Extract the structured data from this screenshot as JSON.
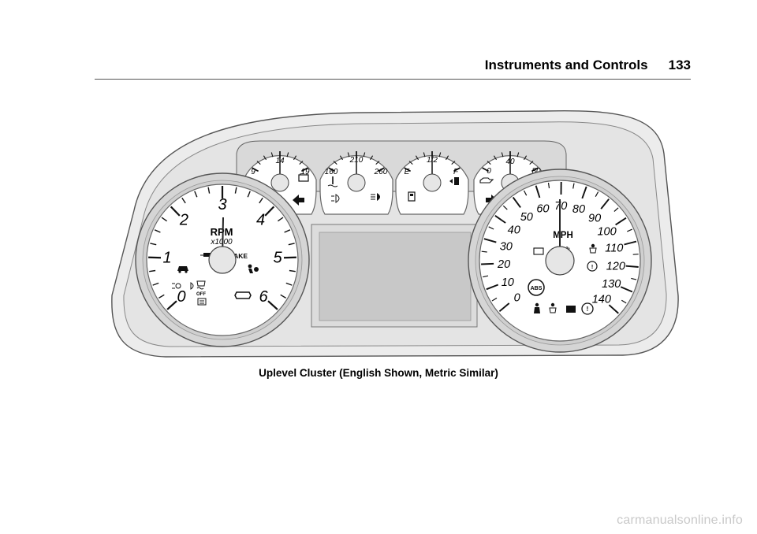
{
  "header": {
    "section_title": "Instruments and Controls",
    "page_number": "133"
  },
  "figure": {
    "caption": "Uplevel Cluster (English Shown, Metric Similar)",
    "tachometer": {
      "labels": [
        "0",
        "1",
        "2",
        "3",
        "4",
        "5",
        "6"
      ],
      "unit": "RPM",
      "multiplier": "x1000",
      "brake_label": "BRAKE",
      "traction_off_label": "OFF"
    },
    "speedometer": {
      "labels": [
        "0",
        "10",
        "20",
        "30",
        "40",
        "50",
        "60",
        "70",
        "80",
        "90",
        "100",
        "110",
        "120",
        "130",
        "140"
      ],
      "unit": "MPH",
      "secondary_unit": "km/h",
      "abs_label": "ABS"
    },
    "voltmeter": {
      "labels": [
        "9",
        "14",
        "19"
      ]
    },
    "coolant_gauge": {
      "labels": [
        "160",
        "210",
        "260"
      ]
    },
    "fuel_gauge": {
      "labels": [
        "E",
        "1/2",
        "F"
      ]
    },
    "oil_pressure_gauge": {
      "labels": [
        "0",
        "40",
        "80"
      ]
    }
  },
  "watermark": "carmanualsonline.info"
}
